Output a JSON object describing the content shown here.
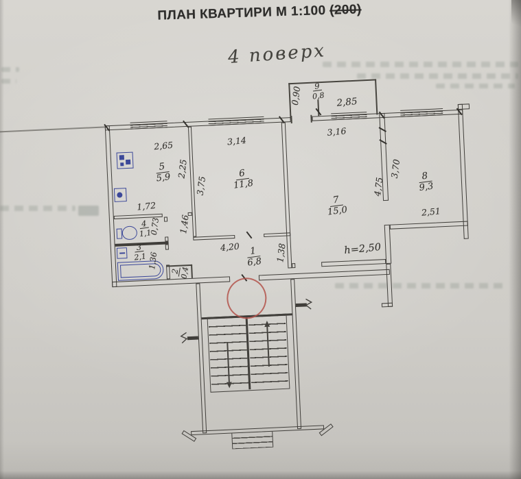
{
  "document": {
    "title": "ПЛАН КВАРТИРИ М 1:100",
    "title_struck": "(200)",
    "floor_note": "4 поверх",
    "height_note": "h=2,50"
  },
  "rooms": [
    {
      "number": "1",
      "area": "6,8"
    },
    {
      "number": "2",
      "area": "0,4"
    },
    {
      "number": "3",
      "area": "2,1"
    },
    {
      "number": "4",
      "area": "1,1"
    },
    {
      "number": "5",
      "area": "5,9"
    },
    {
      "number": "6",
      "area": "11,8"
    },
    {
      "number": "7",
      "area": "15,0"
    },
    {
      "number": "8",
      "area": "9,3"
    },
    {
      "number": "9",
      "area": "0,8"
    }
  ],
  "dimensions": {
    "balcony_depth": "0,90",
    "balcony_front": "2,85",
    "kitchen_top": "2,65",
    "room6_top": "3,14",
    "room7_top": "3,16",
    "kitchen_right": "2,25",
    "room6_left": "3,75",
    "corridor": "1,46",
    "kitchen_bottom": "1,72",
    "toilet": "0,73",
    "bathroom": "1,36",
    "hall_length": "4,20",
    "hall_right": "1,38",
    "room7_right": "4,75",
    "room8_left": "3,70",
    "room8_bottom": "2,51"
  },
  "colors": {
    "ink": "#403e3a",
    "fixture_blue": "#3c4899",
    "entrance_mark_red": "#b3544b",
    "paper": "#d2d0cb"
  }
}
